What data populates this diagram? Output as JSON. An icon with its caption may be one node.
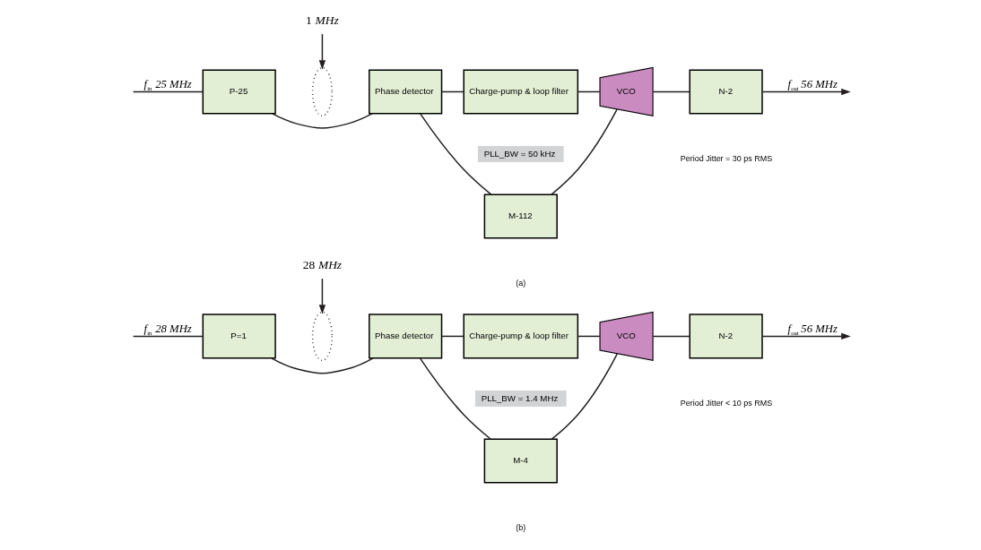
{
  "diagram": {
    "nodes": [
      {
        "text": [
          "1 *MHz*"
        ]
      },
      {
        "text": [
          "P-25"
        ]
      },
      {
        "text": [],
        "shape": "ellipse"
      },
      {
        "text": [
          "Phase detector"
        ]
      },
      {
        "text": [
          "Charge-pump & loop filter"
        ]
      },
      {
        "text": [
          "VCO"
        ]
      },
      {
        "text": [
          "N-2"
        ]
      },
      {
        "text": [
          "PLL_BW = 50 kHz"
        ]
      },
      {
        "text": [
          "M-112"
        ]
      },
      {
        "text": [
          "28 *MHz*"
        ]
      },
      {
        "text": [
          "P=1"
        ]
      },
      {
        "text": [],
        "shape": "ellipse"
      },
      {
        "text": [
          "Phase detector"
        ]
      },
      {
        "text": [
          "Charge-pump & loop filter"
        ]
      },
      {
        "text": [
          "VCO"
        ]
      },
      {
        "text": [
          "N-2"
        ]
      },
      {
        "text": [
          "PLL_BW = 1.4 MHz"
        ]
      },
      {
        "text": [
          "M-4"
        ]
      }
    ],
    "edges": [
      {
        "from": null,
        "to": 1,
        "arrow": "none",
        "label": "*f*$_{in}$ *25 MHz*"
      },
      {
        "from": 0,
        "to": 2,
        "arrow": "to"
      },
      {
        "from": 1,
        "to": 3,
        "arrow": "none"
      },
      {
        "from": 3,
        "to": 4,
        "arrow": "none"
      },
      {
        "from": 4,
        "to": 5,
        "arrow": "none"
      },
      {
        "from": 5,
        "to": 6,
        "arrow": "none"
      },
      {
        "from": 6,
        "to": null,
        "arrow": "to",
        "label": "*f*$_{out}$ *56 MHz*"
      },
      {
        "from": 5,
        "to": 8,
        "arrow": "none"
      },
      {
        "from": 8,
        "to": 3,
        "arrow": "none"
      },
      {
        "from": null,
        "to": 10,
        "arrow": "none",
        "label": "*f*$_{in}$ *28 MHz*"
      },
      {
        "from": 9,
        "to": 11,
        "arrow": "to"
      },
      {
        "from": 10,
        "to": 12,
        "arrow": "none"
      },
      {
        "from": 12,
        "to": 13,
        "arrow": "none"
      },
      {
        "from": 13,
        "to": 14,
        "arrow": "none"
      },
      {
        "from": 14,
        "to": 15,
        "arrow": "none"
      },
      {
        "from": 15,
        "to": null,
        "arrow": "to",
        "label": "*f*$_{out}$ *56 MHz*"
      },
      {
        "from": 14,
        "to": 17,
        "arrow": "none"
      },
      {
        "from": 17,
        "to": 12,
        "arrow": "none"
      }
    ],
    "labels": [
      "Period Jitter = 30 ps RMS",
      "(a)",
      "Period Jitter < 10 ps RMS",
      "(b)"
    ]
  }
}
